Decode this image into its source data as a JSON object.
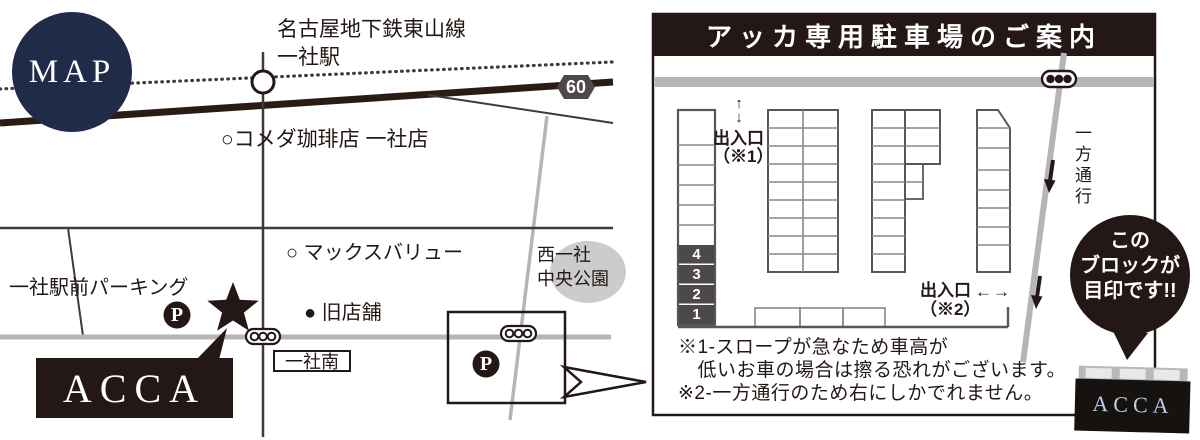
{
  "map": {
    "badge_label": "MAP",
    "station_label": "名古屋地下鉄東山線\n一社駅",
    "route_number": "60",
    "komeda_label": "○コメダ珈琲店 一社店",
    "maxvalu_label": "○ マックスバリュー",
    "old_store_label": "● 旧店舗",
    "park_label": "西一社\n中央公園",
    "station_front_parking_label": "一社駅前パーキング",
    "parking_icon_1": "P",
    "parking_icon_2": "P",
    "intersection_label": "一社南",
    "acca_logo": "ACCA"
  },
  "panel": {
    "title": "アッカ専用駐車場のご案内",
    "entrance1_label": "出入口\n（※1）",
    "entrance1_arrows": "↑\n↓",
    "entrance2_label": "出入口\n（※2）",
    "entrance2_arrows": "←→",
    "one_way_label": "一方通行",
    "stalls": [
      "4",
      "3",
      "2",
      "1"
    ],
    "notes": "※1-スロープが急なため車高が\n　低いお車の場合は擦る恐れがございます。\n※2-一方通行のため右にしかでれません。",
    "bubble_text": "この\nブロックが\n目印です!!",
    "block_photo_logo": "ACCA"
  },
  "colors": {
    "ink": "#231815",
    "map_badge_navy": "#1f2b49",
    "gray_road": "#b5b5b5",
    "route_badge_gray": "#4c4948",
    "stall_gray": "#4c4948",
    "park_ellipse_gray": "#cccccc",
    "cell_line_gray": "#8a8786",
    "photo_logo_blue": "#b9cfe8"
  }
}
